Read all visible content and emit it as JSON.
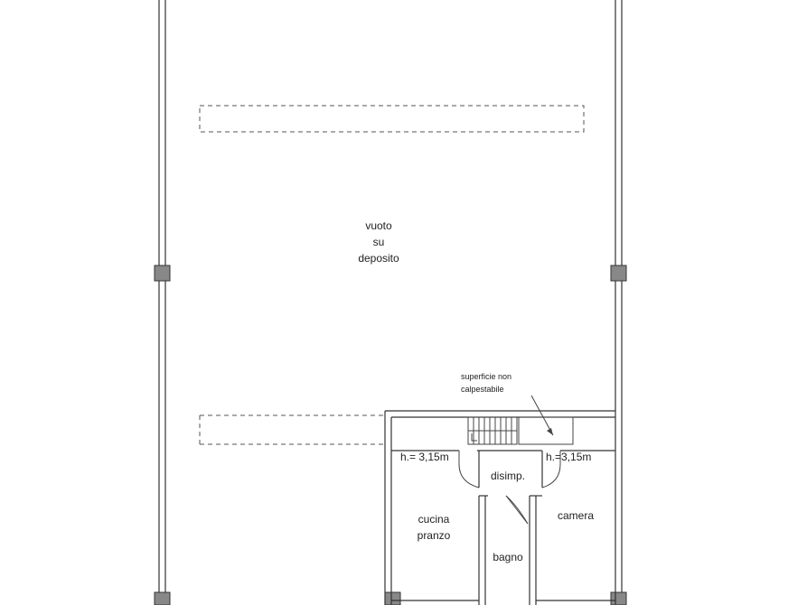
{
  "plan": {
    "void_label": [
      "vuoto",
      "su",
      "deposito"
    ],
    "note_label": [
      "superficie non",
      "calpestabile"
    ],
    "height_left": "h.= 3,15m",
    "height_right": "h.=3,15m",
    "rooms": {
      "disimp": "disimp.",
      "cucina": [
        "cucina",
        "pranzo"
      ],
      "bagno": "bagno",
      "camera": "camera"
    }
  }
}
